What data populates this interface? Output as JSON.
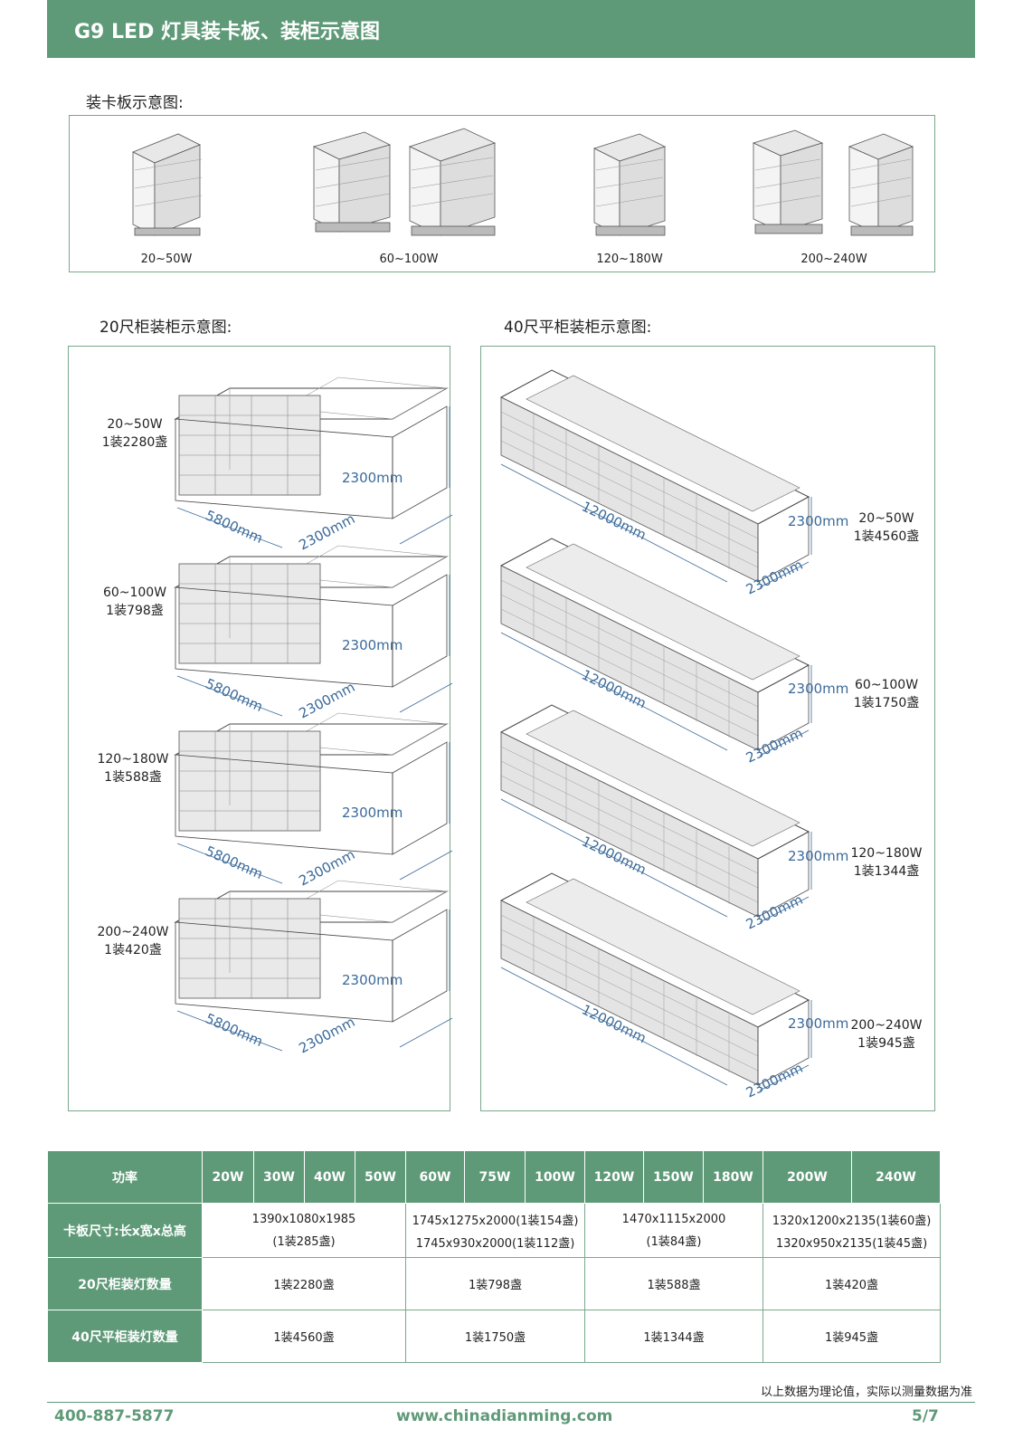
{
  "header": {
    "title": "G9 LED 灯具装卡板、装柜示意图"
  },
  "pallet_section": {
    "title": "装卡板示意图:",
    "labels": [
      "20~50W",
      "60~100W",
      "120~180W",
      "200~240W"
    ]
  },
  "container20": {
    "title": "20尺柜装柜示意图:",
    "items": [
      {
        "power": "20~50W",
        "qty": "1装2280盏"
      },
      {
        "power": "60~100W",
        "qty": "1装798盏"
      },
      {
        "power": "120~180W",
        "qty": "1装588盏"
      },
      {
        "power": "200~240W",
        "qty": "1装420盏"
      }
    ],
    "length_label": "5800mm",
    "width_label": "2300mm",
    "height_label": "2300mm"
  },
  "container40": {
    "title": "40尺平柜装柜示意图:",
    "items": [
      {
        "power": "20~50W",
        "qty": "1装4560盏"
      },
      {
        "power": "60~100W",
        "qty": "1装1750盏"
      },
      {
        "power": "120~180W",
        "qty": "1装1344盏"
      },
      {
        "power": "200~240W",
        "qty": "1装945盏"
      }
    ],
    "length_label": "12000mm",
    "width_label": "2300mm",
    "height_label": "2300mm"
  },
  "table": {
    "header_label": "功率",
    "powers": [
      "20W",
      "30W",
      "40W",
      "50W",
      "60W",
      "75W",
      "100W",
      "120W",
      "150W",
      "180W",
      "200W",
      "240W"
    ],
    "rows": [
      {
        "label": "卡板尺寸:长x宽x总高",
        "groups": [
          {
            "line1": "1390x1080x1985",
            "line2": "(1装285盏)"
          },
          {
            "line1": "1745x1275x2000(1装154盏)",
            "line2": "1745x930x2000(1装112盏)"
          },
          {
            "line1": "1470x1115x2000",
            "line2": "(1装84盏)"
          },
          {
            "line1": "1320x1200x2135(1装60盏)",
            "line2": "1320x950x2135(1装45盏)"
          }
        ]
      },
      {
        "label": "20尺柜装灯数量",
        "groups": [
          {
            "line1": "1装2280盏"
          },
          {
            "line1": "1装798盏"
          },
          {
            "line1": "1装588盏"
          },
          {
            "line1": "1装420盏"
          }
        ]
      },
      {
        "label": "40尺平柜装灯数量",
        "groups": [
          {
            "line1": "1装4560盏"
          },
          {
            "line1": "1装1750盏"
          },
          {
            "line1": "1装1344盏"
          },
          {
            "line1": "1装945盏"
          }
        ]
      }
    ]
  },
  "note": "以上数据为理论值，实际以测量数据为准",
  "footer": {
    "phone": "400-887-5877",
    "website": "www.chinadianming.com",
    "page": "5/7"
  },
  "colors": {
    "brand_green": "#5f9a78",
    "dimension_blue": "#3a6a9a"
  }
}
